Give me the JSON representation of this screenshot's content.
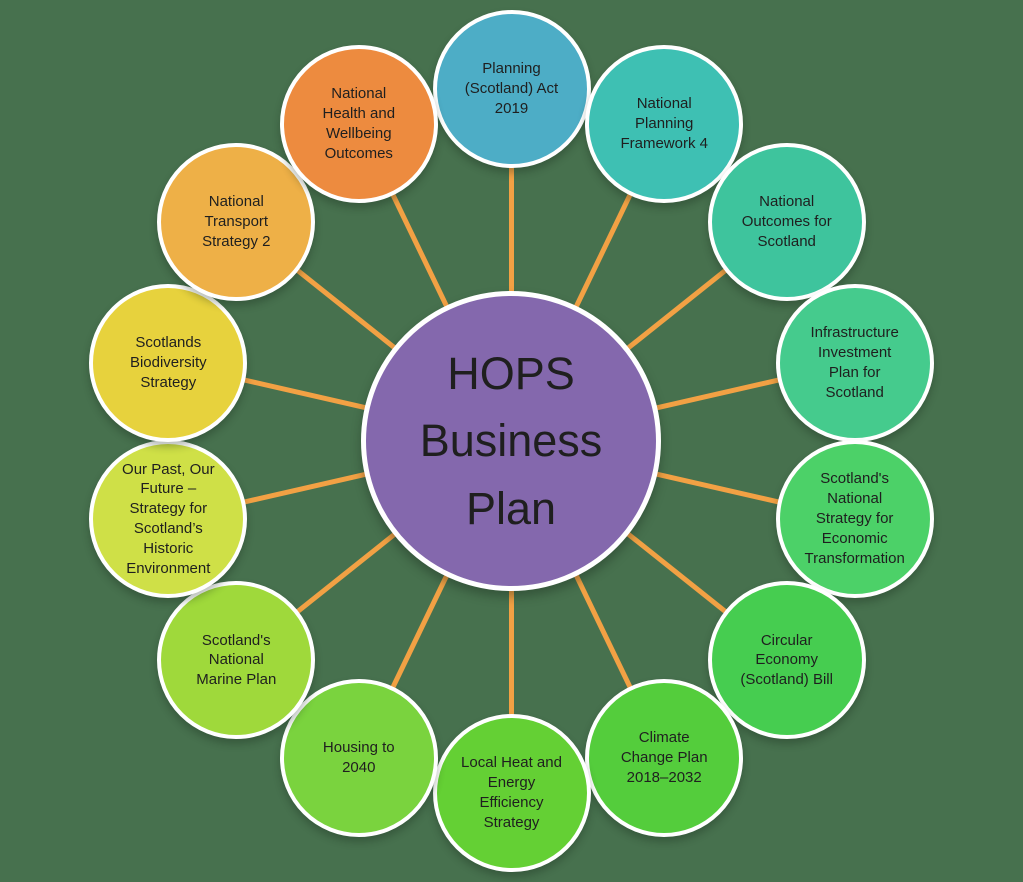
{
  "background_color": "#47714E",
  "connector_color": "#F2A144",
  "text_color": "#1F1F1F",
  "center": {
    "label": "HOPS\nBusiness\nPlan",
    "color": "#8468AD",
    "border_color": "#FFFFFF"
  },
  "nodes": [
    {
      "label": "Planning\n(Scotland) Act\n2019",
      "color": "#4DADC6"
    },
    {
      "label": "National\nPlanning\nFramework 4",
      "color": "#3EC0B3"
    },
    {
      "label": "National\nOutcomes for\nScotland",
      "color": "#3EC49D"
    },
    {
      "label": "Infrastructure\nInvestment\nPlan for\nScotland",
      "color": "#45CB8D"
    },
    {
      "label": "Scotland's\nNational\nStrategy for\nEconomic\nTransformation",
      "color": "#4CD168"
    },
    {
      "label": "Circular\nEconomy\n(Scotland) Bill",
      "color": "#46CD50"
    },
    {
      "label": "Climate\nChange Plan\n2018–2032",
      "color": "#54CD3C"
    },
    {
      "label": "Local Heat and\nEnergy\nEfficiency\nStrategy",
      "color": "#64D034"
    },
    {
      "label": "Housing to\n2040",
      "color": "#7AD33E"
    },
    {
      "label": "Scotland's\nNational\nMarine Plan",
      "color": "#9FD93B"
    },
    {
      "label": "Our Past, Our\nFuture –\nStrategy for\nScotland’s\nHistoric\nEnvironment",
      "color": "#CFE047"
    },
    {
      "label": "Scotlands\nBiodiversity\nStrategy",
      "color": "#E7D23D"
    },
    {
      "label": "National\nTransport\nStrategy 2",
      "color": "#EEB047"
    },
    {
      "label": "National\nHealth and\nWellbeing\nOutcomes",
      "color": "#ED8B3F"
    }
  ]
}
